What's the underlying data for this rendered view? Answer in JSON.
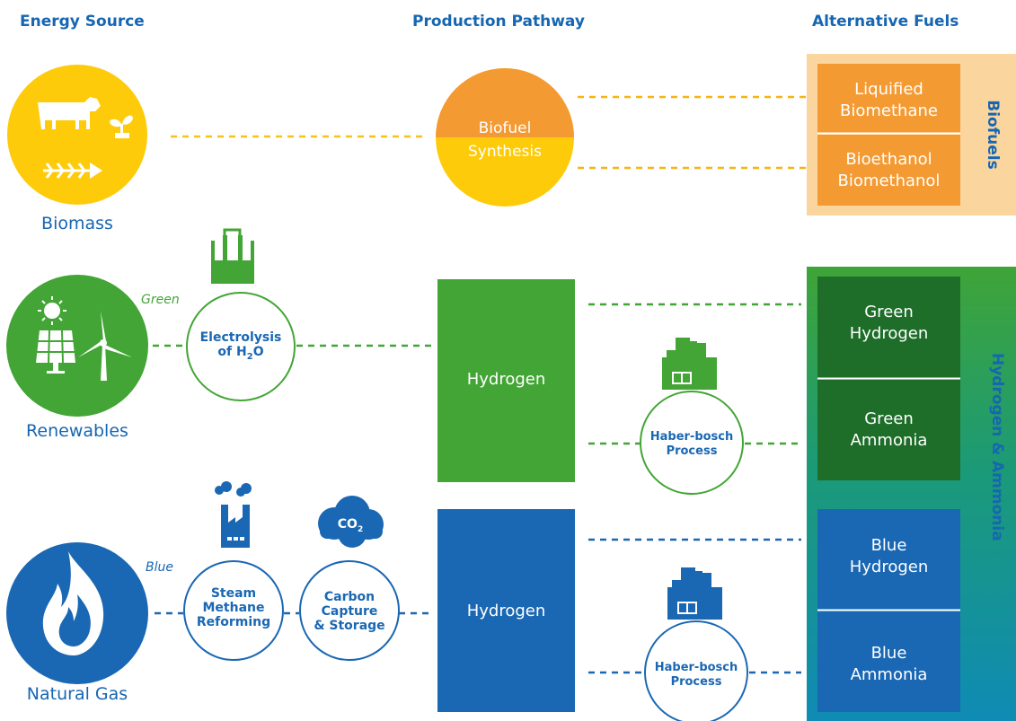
{
  "headers": {
    "energy_source": "Energy Source",
    "production_pathway": "Production Pathway",
    "alternative_fuels": "Alternative Fuels"
  },
  "sources": {
    "biomass": "Biomass",
    "renewables": "Renewables",
    "natural_gas": "Natural Gas"
  },
  "tags": {
    "green": "Green",
    "blue": "Blue"
  },
  "processes": {
    "biofuel_line1": "Biofuel",
    "biofuel_line2": "Synthesis",
    "electrolysis_line1": "Electrolysis",
    "electrolysis_line2": "of H",
    "electrolysis_sub": "2",
    "electrolysis_line2_end": "O",
    "smr_line1": "Steam",
    "smr_line2": "Methane",
    "smr_line3": "Reforming",
    "ccs_line1": "Carbon",
    "ccs_line2": "Capture",
    "ccs_line3": "& Storage",
    "co2": "CO",
    "co2_sub": "2",
    "hydrogen_green": "Hydrogen",
    "hydrogen_blue": "Hydrogen",
    "haber_green_line1": "Haber-bosch",
    "haber_green_line2": "Process",
    "haber_blue_line1": "Haber-bosch",
    "haber_blue_line2": "Process"
  },
  "fuels": {
    "liquified_line1": "Liquified",
    "liquified_line2": "Biomethane",
    "bioethanol_line1": "Bioethanol",
    "bioethanol_line2": "Biomethanol",
    "biofuels_group": "Biofuels",
    "green_h2_line1": "Green",
    "green_h2_line2": "Hydrogen",
    "green_nh3_line1": "Green",
    "green_nh3_line2": "Ammonia",
    "blue_h2_line1": "Blue",
    "blue_h2_line2": "Hydrogen",
    "blue_nh3_line1": "Blue",
    "blue_nh3_line2": "Ammonia",
    "h2_group": "Hydrogen & Ammonia"
  },
  "colors": {
    "blue": "#1a67b3",
    "green": "#42a535",
    "dark_green": "#1e6e2a",
    "yellow": "#fdcb0a",
    "orange": "#f49a33",
    "pale_orange": "#fbd59e"
  }
}
